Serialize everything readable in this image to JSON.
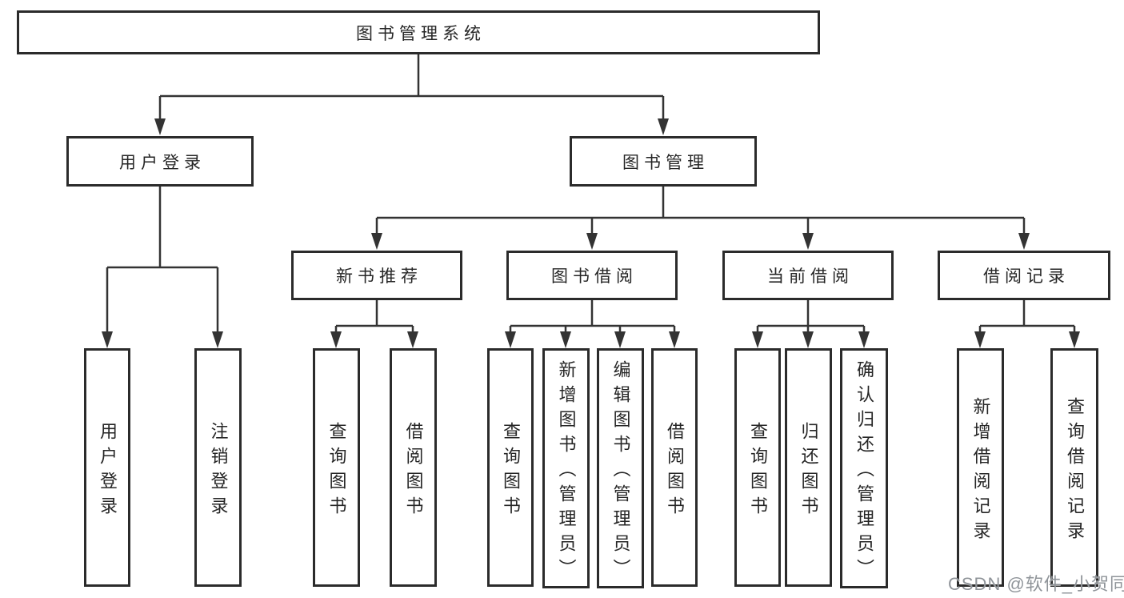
{
  "colors": {
    "line": "#333333",
    "border": "#2b2b2b",
    "text": "#262626",
    "background": "#ffffff",
    "watermark": "#8f9499"
  },
  "diagram": {
    "root": {
      "label": "图书管理系统"
    },
    "branches": [
      {
        "label": "用户登录"
      },
      {
        "label": "图书管理"
      }
    ],
    "modules": [
      {
        "label": "新书推荐",
        "parent": "图书管理"
      },
      {
        "label": "图书借阅",
        "parent": "图书管理"
      },
      {
        "label": "当前借阅",
        "parent": "图书管理"
      },
      {
        "label": "借阅记录",
        "parent": "图书管理"
      }
    ],
    "leaves": [
      {
        "label": "用户登录",
        "parent": "用户登录"
      },
      {
        "label": "注销登录",
        "parent": "用户登录"
      },
      {
        "label": "查询图书",
        "parent": "新书推荐"
      },
      {
        "label": "借阅图书",
        "parent": "新书推荐"
      },
      {
        "label": "查询图书",
        "parent": "图书借阅"
      },
      {
        "label": "新增图书（管理员）",
        "parent": "图书借阅"
      },
      {
        "label": "编辑图书（管理员）",
        "parent": "图书借阅"
      },
      {
        "label": "借阅图书",
        "parent": "图书借阅"
      },
      {
        "label": "查询图书",
        "parent": "当前借阅"
      },
      {
        "label": "归还图书",
        "parent": "当前借阅"
      },
      {
        "label": "确认归还（管理员）",
        "parent": "当前借阅"
      },
      {
        "label": "新增借阅记录",
        "parent": "借阅记录"
      },
      {
        "label": "查询借阅记录",
        "parent": "借阅记录"
      }
    ]
  },
  "watermark": {
    "text": "CSDN @软件_小贺同学"
  }
}
